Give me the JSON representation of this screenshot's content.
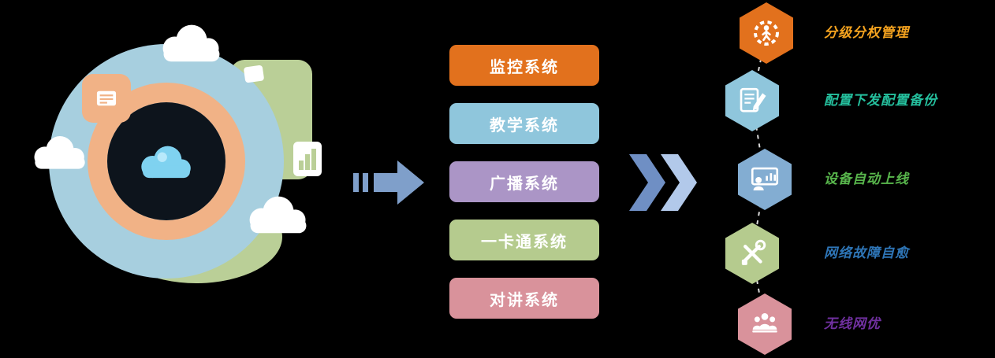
{
  "background": "#000000",
  "hub": {
    "colors": {
      "base_circle": "#a7cfdf",
      "ring": "#f1b286",
      "tab": "#f1b286",
      "green_shape": "#bacf97",
      "inner_circle": "#0d141c",
      "cloud": "#7fd2f0",
      "white_cloud": "#ffffff"
    }
  },
  "flow": {
    "arrow_color": "#7f9fca",
    "chevron_dark": "#6f8fc4",
    "chevron_light": "#b2c9ea"
  },
  "systems": [
    {
      "label": "监控系统",
      "color": "#e2711d"
    },
    {
      "label": "教学系统",
      "color": "#8fc6dc"
    },
    {
      "label": "广播系统",
      "color": "#ab95c6"
    },
    {
      "label": "一卡通系统",
      "color": "#b5cb8e"
    },
    {
      "label": "对讲系统",
      "color": "#d9929b"
    }
  ],
  "features": [
    {
      "label": "分级分权管理",
      "icon": "gear-person-icon",
      "hex_color": "#e2711d",
      "text_color": "#f5a31f"
    },
    {
      "label": "配置下发配置备份",
      "icon": "document-pen-icon",
      "hex_color": "#8fc6dc",
      "text_color": "#25c09e"
    },
    {
      "label": "设备自动上线",
      "icon": "presentation-icon",
      "hex_color": "#83add2",
      "text_color": "#58b64c"
    },
    {
      "label": "网络故障自愈",
      "icon": "tools-icon",
      "hex_color": "#b5cb8e",
      "text_color": "#2e75b6"
    },
    {
      "label": "无线网优",
      "icon": "people-icon",
      "hex_color": "#d9929b",
      "text_color": "#7030a0"
    }
  ],
  "connector_color": "#d9d9d9"
}
